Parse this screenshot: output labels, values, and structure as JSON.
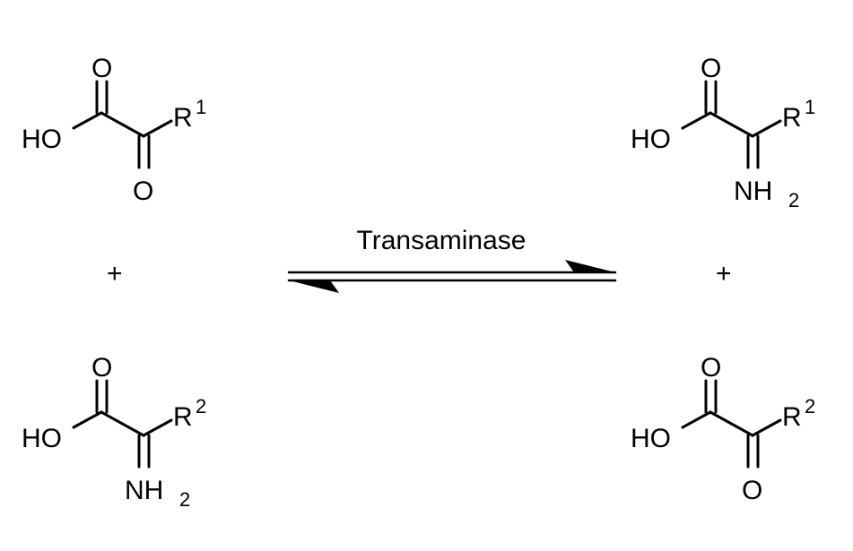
{
  "reaction": {
    "catalyst_label": "Transaminase",
    "plus_sign": "+",
    "reactants": [
      {
        "name": "keto-acid",
        "atoms": {
          "hydroxyl": "HO",
          "carbonyl_oxygen": "O",
          "keto_oxygen": "O",
          "substituent": "R",
          "substituent_index": "1"
        }
      },
      {
        "name": "imino-acid",
        "atoms": {
          "hydroxyl": "HO",
          "carbonyl_oxygen": "O",
          "amine": "NH",
          "amine_subscript": "2",
          "substituent": "R",
          "substituent_index": "2"
        }
      }
    ],
    "products": [
      {
        "name": "imino-acid",
        "atoms": {
          "hydroxyl": "HO",
          "carbonyl_oxygen": "O",
          "amine": "NH",
          "amine_subscript": "2",
          "substituent": "R",
          "substituent_index": "1"
        }
      },
      {
        "name": "keto-acid",
        "atoms": {
          "hydroxyl": "HO",
          "carbonyl_oxygen": "O",
          "keto_oxygen": "O",
          "substituent": "R",
          "substituent_index": "2"
        }
      }
    ]
  }
}
